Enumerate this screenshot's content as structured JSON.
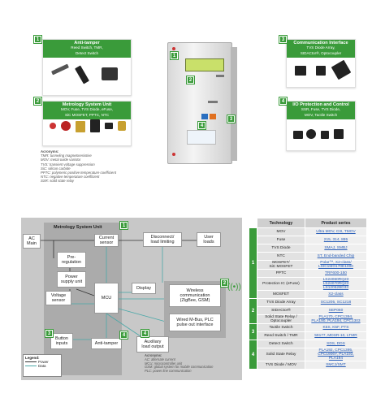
{
  "cards": {
    "antitamper": {
      "num": "1",
      "title": "Anti-tamper",
      "lines": [
        "Reed Switch, TMR,",
        "Detect Switch"
      ]
    },
    "metrology": {
      "num": "2",
      "title": "Metrology System Unit",
      "lines": [
        "MOV, Fuse, TVS Diode, eFuse,",
        "SiC MOSFET,   PPTC, NTC"
      ]
    },
    "comm": {
      "num": "3",
      "title": "Communication Interface",
      "lines": [
        "TVS Diode Array,",
        "SIDACtor®, Optocoupler"
      ]
    },
    "io": {
      "num": "4",
      "title": "I/O Protection and Control",
      "lines": [
        "SSR, Fuse, TVS Diode,",
        "MOV, Tactile Switch"
      ]
    }
  },
  "acronyms_top": {
    "title": "Acronyms:",
    "lines": [
      "TMR: tunneling magnetoresistive",
      "MOV: metal oxide varistor",
      "TVS: transient voltage suppression",
      "SiC: silicon carbide",
      "PPTC: polymeric positive temperature coefficient",
      "NTC: negative temperature coefficient",
      "SSR: solid state relay"
    ]
  },
  "meter_labels": {
    "l1": "1",
    "l2": "2",
    "l3": "3",
    "l4": "4"
  },
  "diagram": {
    "unit_title": "Metrology  System Unit",
    "unit_num": "1",
    "ac_main": "AC\nMain",
    "current_sensor": "Current\nsensor",
    "pre_reg": "Pre-\nregulation",
    "psu": "Power\nsupply unit",
    "voltage_sensor": "Voltage\nsensor",
    "mcu": "MCU",
    "disconnect": "Disconnect/\nload limiting",
    "user_loads": "User\nloads",
    "display": "Display",
    "wireless": "Wireless\ncommunication\n(ZigBee, GSM)",
    "wired": "Wired M-Bus, PLC\npulse out interface",
    "button": "Button\ninputs",
    "antitamper": "Anti-tamper",
    "aux": "Auxiliary\nload output",
    "n2": "2",
    "n3": "3",
    "n4a": "4",
    "n4b": "4",
    "legend_title": "Legend:",
    "legend_power": "Power",
    "legend_data": "Data",
    "acr_title": "Acronyms:",
    "acr_lines": [
      "AC: alternate current",
      "MCU: microcontroller unit",
      "GSM: global system for mobile  communication",
      "PLC: power line communication"
    ]
  },
  "table": {
    "head": [
      "Technology",
      "Product series"
    ],
    "groups": [
      {
        "num": "1",
        "rows": [
          {
            "tech": "MOV",
            "prod": "Ultra MOV, CIII, TMOV"
          },
          {
            "tech": "Fuse",
            "prod": "215, 314, 895"
          },
          {
            "tech": "TVS Diode",
            "prod": "SMAJ, SMBJ"
          },
          {
            "tech": "NTC",
            "prod": "ST, End-banded Chip"
          },
          {
            "tech": "MOSFET/\nSiC MOSFET",
            "prod": "Polar™, X2-class/\nLSIC1MO170E1000"
          },
          {
            "tech": "PPTC",
            "prod": "TRF600-150"
          },
          {
            "tech": "Protection IC (eFuse)",
            "prod": "LS24060RQ23\nLS24070RQ23\nLS12052BD33"
          },
          {
            "tech": "MOSFET",
            "prod": "X2-class"
          }
        ]
      },
      {
        "num": "2",
        "rows": [
          {
            "tech": "TVS Diode Array",
            "prod": "SC1205, SC1218"
          },
          {
            "tech": "SIDACtor®",
            "prod": "SEP060"
          },
          {
            "tech": "Solid State Relay /\nOptocoupler",
            "prod": "PLA170, CPC1394,\nPLA190, PLA194, CPC1303"
          }
        ]
      },
      {
        "num": "3",
        "rows": [
          {
            "tech": "Tactile Switch",
            "prod": "K5S, K5F, PTS"
          },
          {
            "tech": "Reed Switch / TMR",
            "prod": "59177, MDSR-10, LTMR"
          }
        ]
      },
      {
        "num": "4",
        "rows": [
          {
            "tech": "Detect Switch",
            "prod": "SDS, DDS"
          },
          {
            "tech": "Solid State Relay",
            "prod": "PLA192, CPC1395,\nCPC1906Y, PLA193,\nPLA194"
          },
          {
            "tech": "TVS Diode / MOV",
            "prod": "SMCJ/SMT"
          }
        ]
      }
    ]
  }
}
